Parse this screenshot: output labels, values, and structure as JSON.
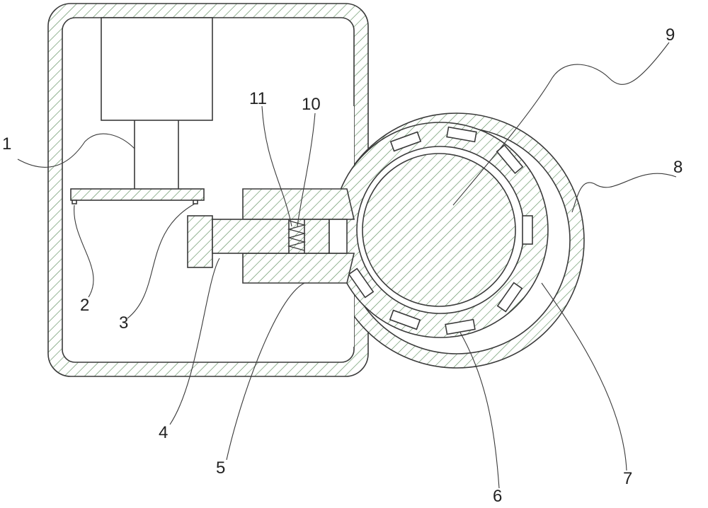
{
  "colors": {
    "hatch": "#5f8f5f",
    "outline": "#3a3a3a"
  },
  "labels": [
    {
      "id": "1",
      "text": "1"
    },
    {
      "id": "2",
      "text": "2"
    },
    {
      "id": "3",
      "text": "3"
    },
    {
      "id": "4",
      "text": "4"
    },
    {
      "id": "5",
      "text": "5"
    },
    {
      "id": "6",
      "text": "6"
    },
    {
      "id": "7",
      "text": "7"
    },
    {
      "id": "8",
      "text": "8"
    },
    {
      "id": "9",
      "text": "9"
    },
    {
      "id": "10",
      "text": "10"
    },
    {
      "id": "11",
      "text": "11"
    }
  ]
}
